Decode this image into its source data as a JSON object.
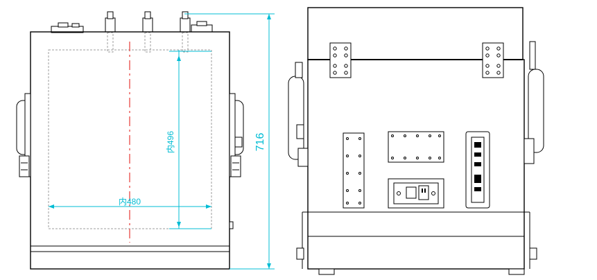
{
  "dimensions": {
    "height_total": "716",
    "inner_height": "内496",
    "inner_width": "内480"
  },
  "colors": {
    "dimension": "#00bcd4",
    "centerline": "#e53935",
    "outline": "#000000",
    "hidden_line": "#9e9e9e"
  }
}
